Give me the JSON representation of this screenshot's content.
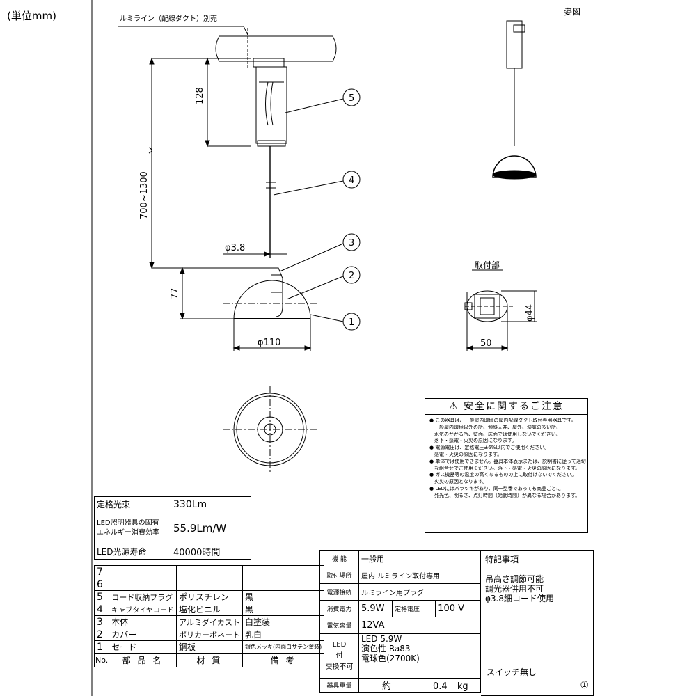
{
  "unit_label": "(単位mm)",
  "view_label": "姿図",
  "mount_label": "取付部",
  "rail_label": "ルミライン（配線ダクト）別売",
  "dims": {
    "d128": "128",
    "d700": "700~1300",
    "d77": "77",
    "d38": "φ3.8",
    "d110": "φ110",
    "d44": "φ44",
    "d50": "50"
  },
  "callouts": [
    "1",
    "2",
    "3",
    "4",
    "5"
  ],
  "safety": {
    "title": "安全に関するご注意",
    "lines": [
      "● この器具は、一般屋内環境の屋内配線ダクト取付専用器具です。",
      "　一般屋内環境以外の所、傾斜天井、屋外、湿気の多い所、",
      "　水気のかかる所、壁面、床面では使用しないでください。",
      "　落下・感電・火災の原因になります。",
      "● 電源電圧は、定格電圧±6%以内でご使用ください。",
      "　感電・火災の原因になります。",
      "● 単体では使用できません。器具本体表示または、説明書に従って適切",
      "　な組合せでご使用ください。落下・感電・火災の原因になります。",
      "● ガス機器等の温度の高くなるものの上に取付けないでください。",
      "　火災の原因となります。",
      "● LEDにはバラツキがあり、同一型番であっても商品ごとに",
      "　発光色、明るさ、点灯時間（始動時間）が異なる場合があります。"
    ]
  },
  "spec": {
    "rated_flux_label": "定格光束",
    "rated_flux": "330Lm",
    "efficiency_label_1": "LED照明器具の固有",
    "efficiency_label_2": "エネルギー消費効率",
    "efficiency": "55.9Lm/W",
    "life_label": "LED光源寿命",
    "life": "40000時間"
  },
  "parts": {
    "rows": [
      {
        "no": "7",
        "name": "",
        "material": "",
        "note": ""
      },
      {
        "no": "6",
        "name": "",
        "material": "",
        "note": ""
      },
      {
        "no": "5",
        "name": "コード収納プラグ",
        "material": "ポリスチレン",
        "note": "黒"
      },
      {
        "no": "4",
        "name": "キャブタイヤコード",
        "material": "塩化ビニル",
        "note": "黒"
      },
      {
        "no": "3",
        "name": "本体",
        "material": "アルミダイカスト",
        "note": "白塗装"
      },
      {
        "no": "2",
        "name": "カバー",
        "material": "ポリカーボネート",
        "note": "乳白"
      },
      {
        "no": "1",
        "name": "セード",
        "material": "鋼板",
        "note": "銀色メッキ(内面白サテン塗装)"
      }
    ],
    "header": {
      "no": "No.",
      "name": "部 品 名",
      "material": "材 質",
      "note": "備 考"
    }
  },
  "info": {
    "function_label": "機 能",
    "function": "一般用",
    "location_label": "取付場所",
    "location": "屋内 ルミライン取付専用",
    "power_conn_label": "電源接続",
    "power_conn": "ルミライン用プラグ",
    "consumption_label": "消費電力",
    "consumption": "5.9W",
    "voltage_label": "定格電圧",
    "voltage": "100 V",
    "capacity_label": "電気容量",
    "capacity": "12VA",
    "led_label_1": "LED",
    "led_label_2": "付",
    "led_label_3": "交換不可",
    "led_line1": "LED 5.9W",
    "led_line2": "演色性 Ra83",
    "led_line3": "電球色(2700K)",
    "weight_label": "器具重量",
    "weight_prefix": "約",
    "weight": "0.4",
    "weight_unit": "kg",
    "special_label": "特記事項",
    "special_1": "吊高さ調節可能",
    "special_2": "調光器併用不可",
    "special_3": "φ3.8細コード使用",
    "switch": "スイッチ無し",
    "sheet_no": "①"
  }
}
